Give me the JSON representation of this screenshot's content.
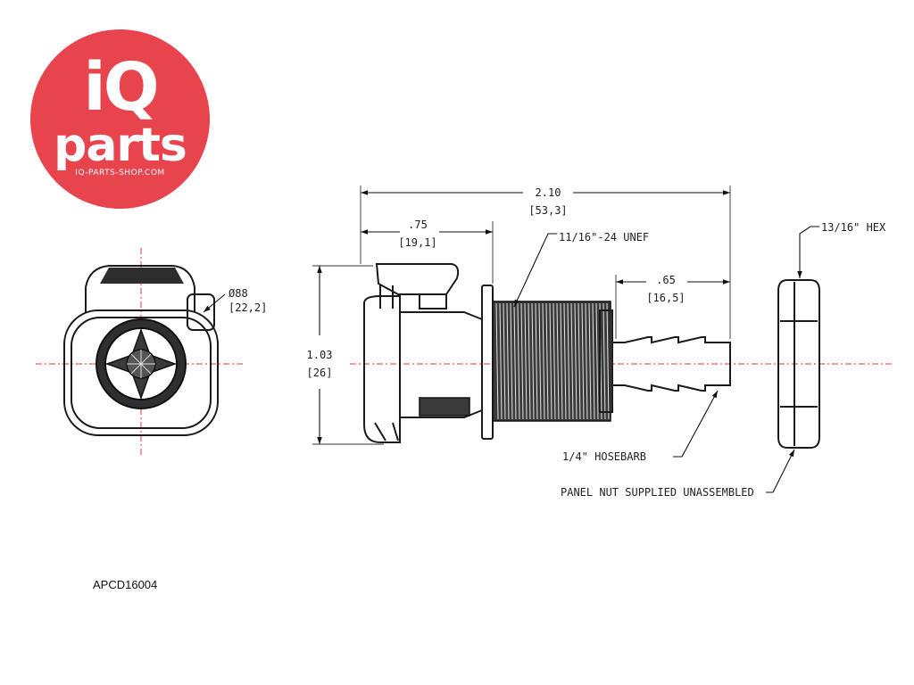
{
  "logo": {
    "main": "iQ",
    "sub": "parts",
    "url": "IQ-PARTS-SHOP.COM",
    "color": "#e8444e"
  },
  "part_number": "APCD16004",
  "dimensions": {
    "overall_length": "2.10",
    "overall_length_mm": "[53,3]",
    "coupling_length": ".75",
    "coupling_length_mm": "[19,1]",
    "barb_length": ".65",
    "barb_length_mm": "[16,5]",
    "height": "1.03",
    "height_mm": "[26]",
    "diameter": "Ø88",
    "diameter_mm": "[22,2]"
  },
  "callouts": {
    "thread": "11/16\"-24 UNEF",
    "hex": "13/16\" HEX",
    "hosebarb": "1/4\" HOSEBARB",
    "panel_nut": "PANEL NUT SUPPLIED UNASSEMBLED"
  },
  "colors": {
    "centerline": "#d93a3a",
    "ink": "#1b1b1b",
    "body_fill": "#3a3a3a"
  }
}
